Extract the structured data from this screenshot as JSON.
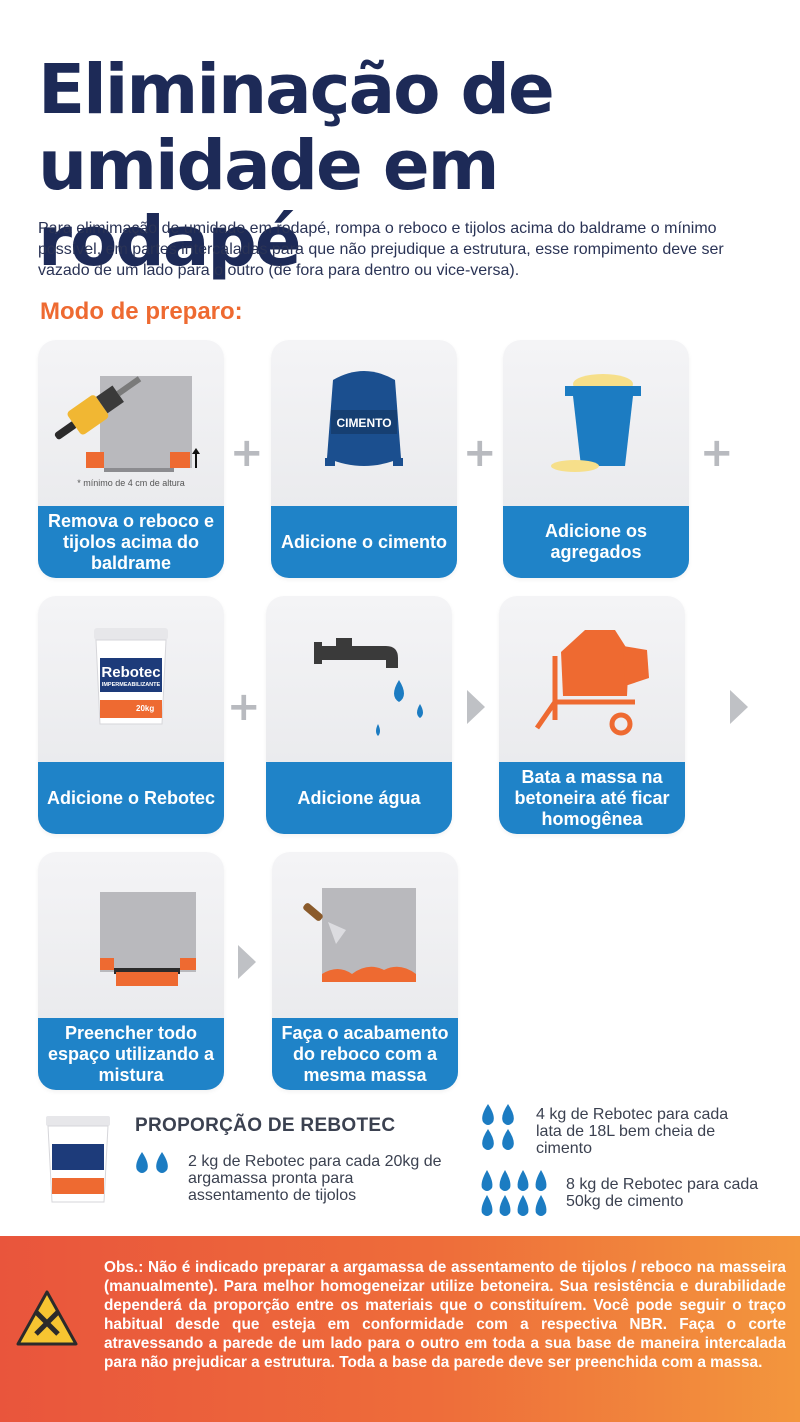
{
  "title_line1": "Eliminação de",
  "title_line2": "umidade em rodapé",
  "intro": "Para elimimação de umidade em rodapé, rompa o reboco e tijolos acima do baldrame o mínimo possível, em partes intercaladas para que não prejudique a estrutura, esse rompimento deve ser vazado de um lado para o outro (de fora para dentro ou vice-versa).",
  "section_label": "Modo de preparo:",
  "steps": [
    {
      "caption": "Remova o reboco e tijolos acima do baldrame",
      "note": "* mínimo de 4 cm de altura",
      "icon": "jackhammer-icon"
    },
    {
      "caption": "Adicione o cimento",
      "bag_label": "CIMENTO",
      "icon": "cement-bag-icon"
    },
    {
      "caption": "Adicione os agregados",
      "icon": "bucket-sand-icon"
    },
    {
      "caption": "Adicione o Rebotec",
      "icon": "rebotec-bucket-icon"
    },
    {
      "caption": "Adicione água",
      "icon": "water-tap-icon"
    },
    {
      "caption": "Bata a massa na betoneira até ficar homogênea",
      "icon": "concrete-mixer-icon"
    },
    {
      "caption": "Preencher todo espaço utilizando a mistura",
      "icon": "wall-fill-icon"
    },
    {
      "caption": "Faça o acabamento do reboco com a mesma massa",
      "icon": "trowel-icon"
    }
  ],
  "operators": {
    "plus": "+"
  },
  "product": {
    "brand": "Rebotec",
    "subtitle": "IMPERMEABILIZANTE",
    "weight": "20kg"
  },
  "proportion": {
    "title": "PROPORÇÃO DE REBOTEC",
    "items": [
      {
        "drops": 2,
        "text": "2 kg de Rebotec para cada 20kg de argamassa pronta para assentamento de tijolos"
      },
      {
        "drops": 4,
        "text": "4 kg de Rebotec para cada lata de 18L bem cheia de cimento"
      },
      {
        "drops": 8,
        "text": "8 kg de Rebotec para cada 50kg de cimento"
      }
    ]
  },
  "obs": "Obs.: Não é indicado preparar a argamassa de assentamento de tijolos / reboco na masseira (manualmente). Para melhor homogeneizar utilize betoneira. Sua resistência e durabilidade dependerá da proporção entre os materiais que o constituírem. Você pode seguir o traço habitual desde que esteja em conformidade com a respectiva NBR. Faça o corte atravessando a parede de um lado para o outro em toda a sua base de maneira intercalada para não prejudicar a estrutura. Toda a base da parede deve ser preenchida com a massa.",
  "colors": {
    "navy": "#1d2a57",
    "orange": "#ee6a31",
    "blue": "#1f83c8",
    "gray": "#b8babf"
  }
}
